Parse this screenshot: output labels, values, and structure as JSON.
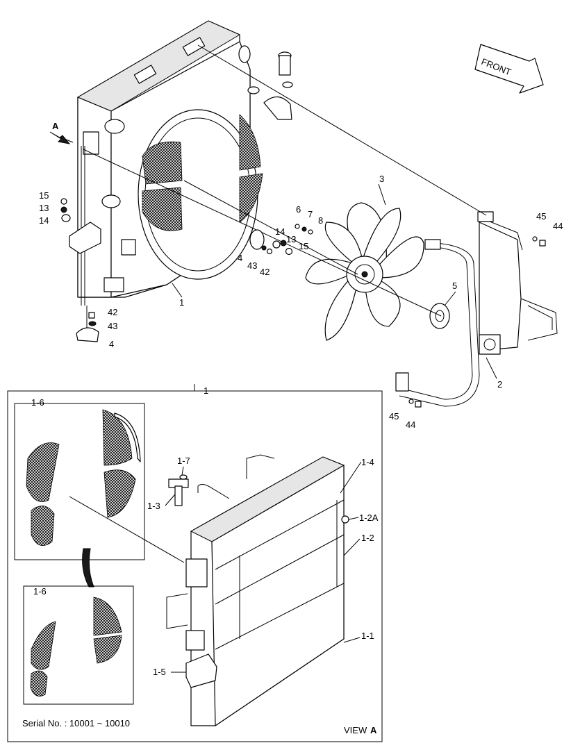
{
  "front_label": "FRONT",
  "view_arrow_letter": "A",
  "view_label_prefix": "VIEW",
  "view_label_letter": "A",
  "serial_text": "Serial No. : 10001 ~ 10010",
  "callouts": {
    "c1_top": "1",
    "c2": "2",
    "c3": "3",
    "c4_left": "4",
    "c4_mid": "4",
    "c5": "5",
    "c6": "6",
    "c7": "7",
    "c8": "8",
    "c13_left": "13",
    "c13_mid": "13",
    "c14_left": "14",
    "c14_mid": "14",
    "c15_left": "15",
    "c15_mid": "15",
    "c42_mid": "42",
    "c42_low": "42",
    "c43_mid": "43",
    "c43_low": "43",
    "c44_top": "44",
    "c44_low": "44",
    "c45_top": "45",
    "c45_low": "45",
    "c1_box": "1",
    "c1_1": "1-1",
    "c1_2": "1-2",
    "c1_2a": "1-2A",
    "c1_3": "1-3",
    "c1_4": "1-4",
    "c1_5": "1-5",
    "c1_6_top": "1-6",
    "c1_6_bottom": "1-6",
    "c1_7": "1-7"
  }
}
